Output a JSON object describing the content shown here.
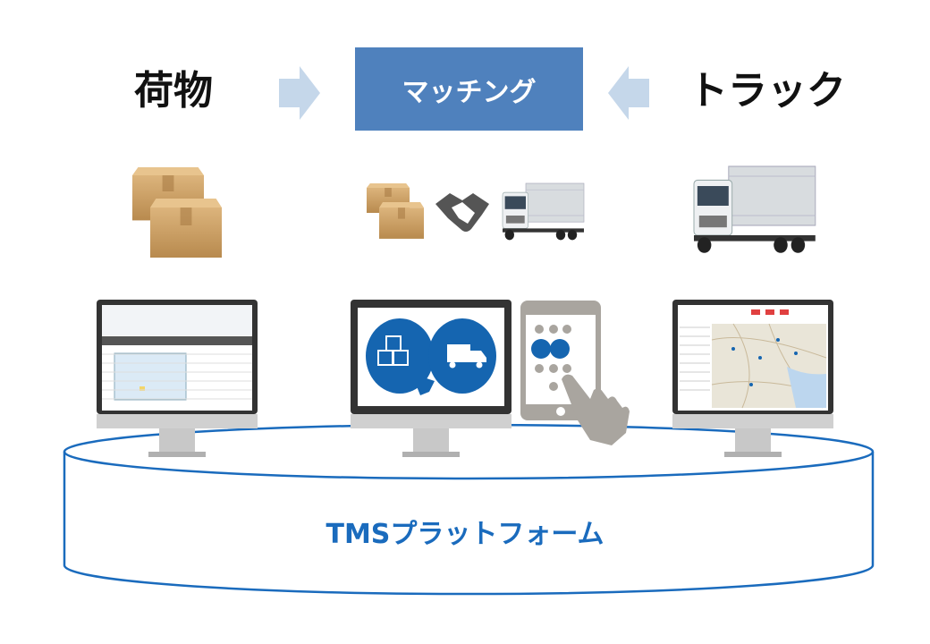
{
  "header": {
    "cargo_label": "荷物",
    "matching_label": "マッチング",
    "truck_label": "トラック"
  },
  "platform": {
    "label": "TMSプラットフォーム"
  },
  "icons": [
    "cardboard-boxes-icon",
    "handshake-icon",
    "truck-icon",
    "monitor-icon",
    "smartphone-icon",
    "hand-pointer-icon",
    "arrow-right-icon",
    "arrow-left-icon"
  ],
  "colors": {
    "matching_box": "#4f81bd",
    "arrow": "#c5d7ea",
    "platform_blue": "#1a6bbd",
    "circle_blue": "#1565b0",
    "box_brown": "#c89a5c"
  }
}
